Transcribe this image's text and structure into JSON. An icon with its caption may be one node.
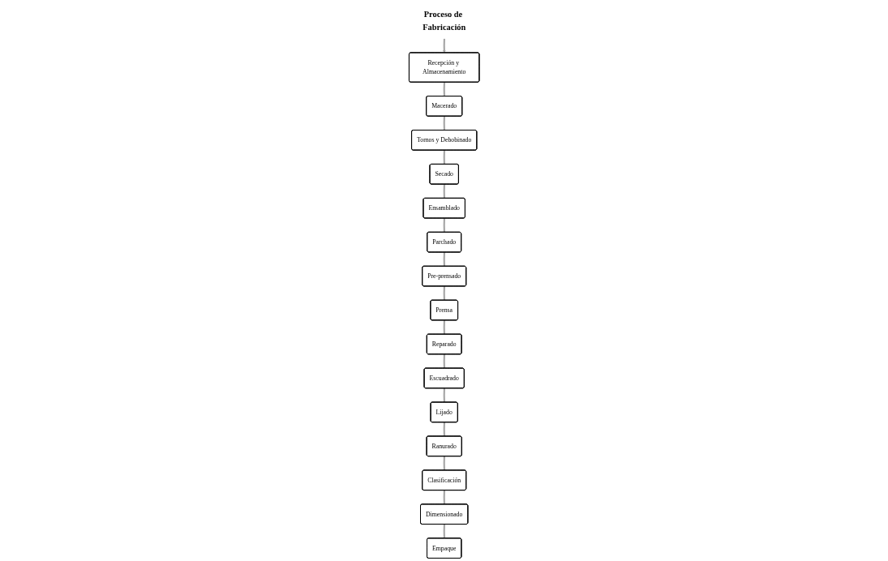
{
  "diagram": {
    "nodes": [
      {
        "text": [
          "Proceso de Fabricación"
        ]
      },
      {
        "text": [
          "Recepción y Almacenamiento"
        ]
      },
      {
        "text": [
          "Macerado"
        ]
      },
      {
        "text": [
          "Tornos y Debobinado"
        ]
      },
      {
        "text": [
          "Secado"
        ]
      },
      {
        "text": [
          "Ensamblado"
        ]
      },
      {
        "text": [
          "Parchado"
        ]
      },
      {
        "text": [
          "Pre-prensado"
        ]
      },
      {
        "text": [
          "Prensa"
        ]
      },
      {
        "text": [
          "Reparado"
        ]
      },
      {
        "text": [
          "Escuadrado"
        ]
      },
      {
        "text": [
          "Lijado"
        ]
      },
      {
        "text": [
          "Ranurado"
        ]
      },
      {
        "text": [
          "Clasificación"
        ]
      },
      {
        "text": [
          "Dimensionado"
        ]
      },
      {
        "text": [
          "Empaque"
        ]
      }
    ],
    "edges": [
      {
        "from": 0,
        "to": 1,
        "arrow": "to"
      },
      {
        "from": 1,
        "to": 2,
        "arrow": "none"
      },
      {
        "from": 2,
        "to": 3,
        "arrow": "none"
      },
      {
        "from": 3,
        "to": 4,
        "arrow": "none"
      },
      {
        "from": 4,
        "to": 5,
        "arrow": "none"
      },
      {
        "from": 5,
        "to": 6,
        "arrow": "none"
      },
      {
        "from": 6,
        "to": 7,
        "arrow": "none"
      },
      {
        "from": 7,
        "to": 8,
        "arrow": "none"
      },
      {
        "from": 8,
        "to": 9,
        "arrow": "none"
      },
      {
        "from": 9,
        "to": 10,
        "arrow": "none"
      },
      {
        "from": 10,
        "to": 11,
        "arrow": "none"
      },
      {
        "from": 11,
        "to": 12,
        "arrow": "none"
      },
      {
        "from": 12,
        "to": 13,
        "arrow": "none"
      },
      {
        "from": 13,
        "to": 14,
        "arrow": "none"
      },
      {
        "from": 14,
        "to": 15,
        "arrow": "none"
      }
    ]
  }
}
